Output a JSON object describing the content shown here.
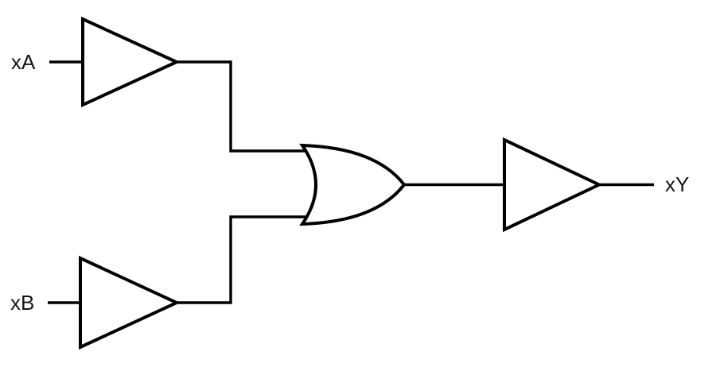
{
  "diagram": {
    "type": "logic-circuit",
    "labels": {
      "input_a": "xA",
      "input_b": "xB",
      "output": "xY"
    },
    "gates": [
      {
        "id": "buffer-a",
        "type": "buffer",
        "input": "xA"
      },
      {
        "id": "buffer-b",
        "type": "buffer",
        "input": "xB"
      },
      {
        "id": "or-gate",
        "type": "or",
        "inputs": [
          "buffer-a",
          "buffer-b"
        ]
      },
      {
        "id": "output-buffer",
        "type": "buffer",
        "output": "xY"
      }
    ],
    "colors": {
      "stroke": "#000000",
      "background": "#ffffff"
    }
  }
}
